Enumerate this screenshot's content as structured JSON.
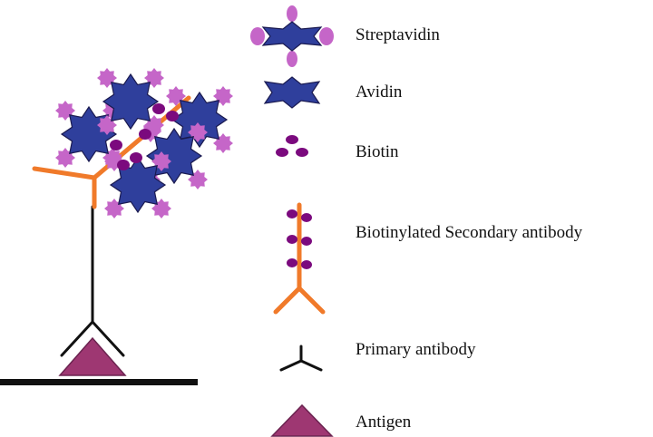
{
  "colors": {
    "avidin_fill": "#2f3f9c",
    "avidin_stroke": "#1a1a50",
    "streptavidin_bead": "#c566c8",
    "biotin": "#7b0a7e",
    "antibody_orange": "#f07a2a",
    "antigen_fill": "#9e3772",
    "line_black": "#111111"
  },
  "legend": {
    "streptavidin": "Streptavidin",
    "avidin": "Avidin",
    "biotin": "Biotin",
    "secondary_antibody": "Biotinylated Secondary antibody",
    "primary_antibody": "Primary antibody",
    "antigen": "Antigen"
  },
  "icons": {
    "streptavidin": "streptavidin-icon",
    "avidin": "avidin-icon",
    "biotin": "biotin-icon",
    "secondary_antibody": "secondary-antibody-icon",
    "primary_antibody": "primary-antibody-icon",
    "antigen": "antigen-icon"
  }
}
